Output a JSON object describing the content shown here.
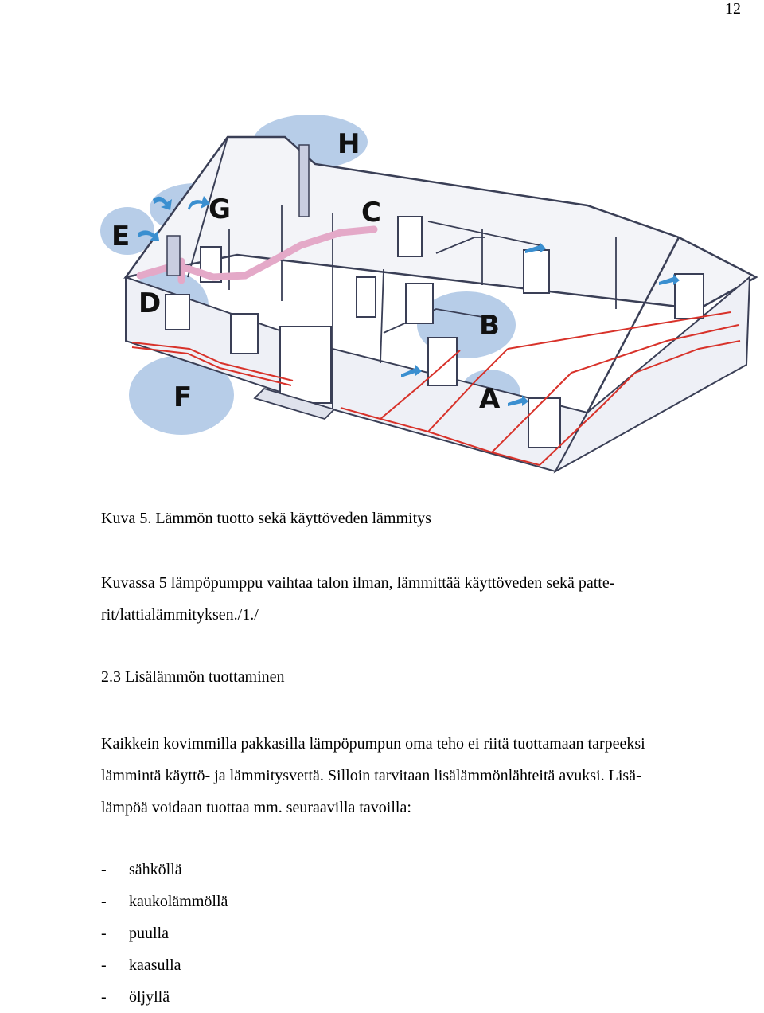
{
  "page_number": "12",
  "figure": {
    "labels": [
      "A",
      "B",
      "C",
      "D",
      "E",
      "F",
      "G",
      "H"
    ]
  },
  "caption": "Kuva 5. Lämmön tuotto sekä käyttöveden lämmitys",
  "paragraph1": {
    "line1": "Kuvassa 5 lämpöpumppu vaihtaa talon ilman, lämmittää käyttöveden sekä patte-",
    "line2": "rit/lattialämmityksen./1./"
  },
  "section_heading": "2.3 Lisälämmön tuottaminen",
  "paragraph2": {
    "line1": "Kaikkein kovimmilla pakkasilla lämpöpumpun oma teho ei riitä tuottamaan tarpeeksi",
    "line2": "lämmintä käyttö- ja lämmitysvettä. Silloin tarvitaan lisälämmönlähteitä avuksi. Lisä-",
    "line3": "lämpöä voidaan tuottaa mm. seuraavilla tavoilla:"
  },
  "bullets": [
    {
      "dash": "-",
      "text": "sähköllä"
    },
    {
      "dash": "-",
      "text": "kaukolämmöllä"
    },
    {
      "dash": "-",
      "text": "puulla"
    },
    {
      "dash": "-",
      "text": "kaasulla"
    },
    {
      "dash": "-",
      "text": "öljyllä"
    }
  ],
  "colors": {
    "outline": "#3a3f56",
    "wall_fill": "#e8eaf2",
    "callout_blue": "#b7cde8",
    "pipe_pink": "#e4a9c8",
    "floor_heating_red": "#d8322a",
    "air_arrow_blue": "#3a8fd0"
  }
}
